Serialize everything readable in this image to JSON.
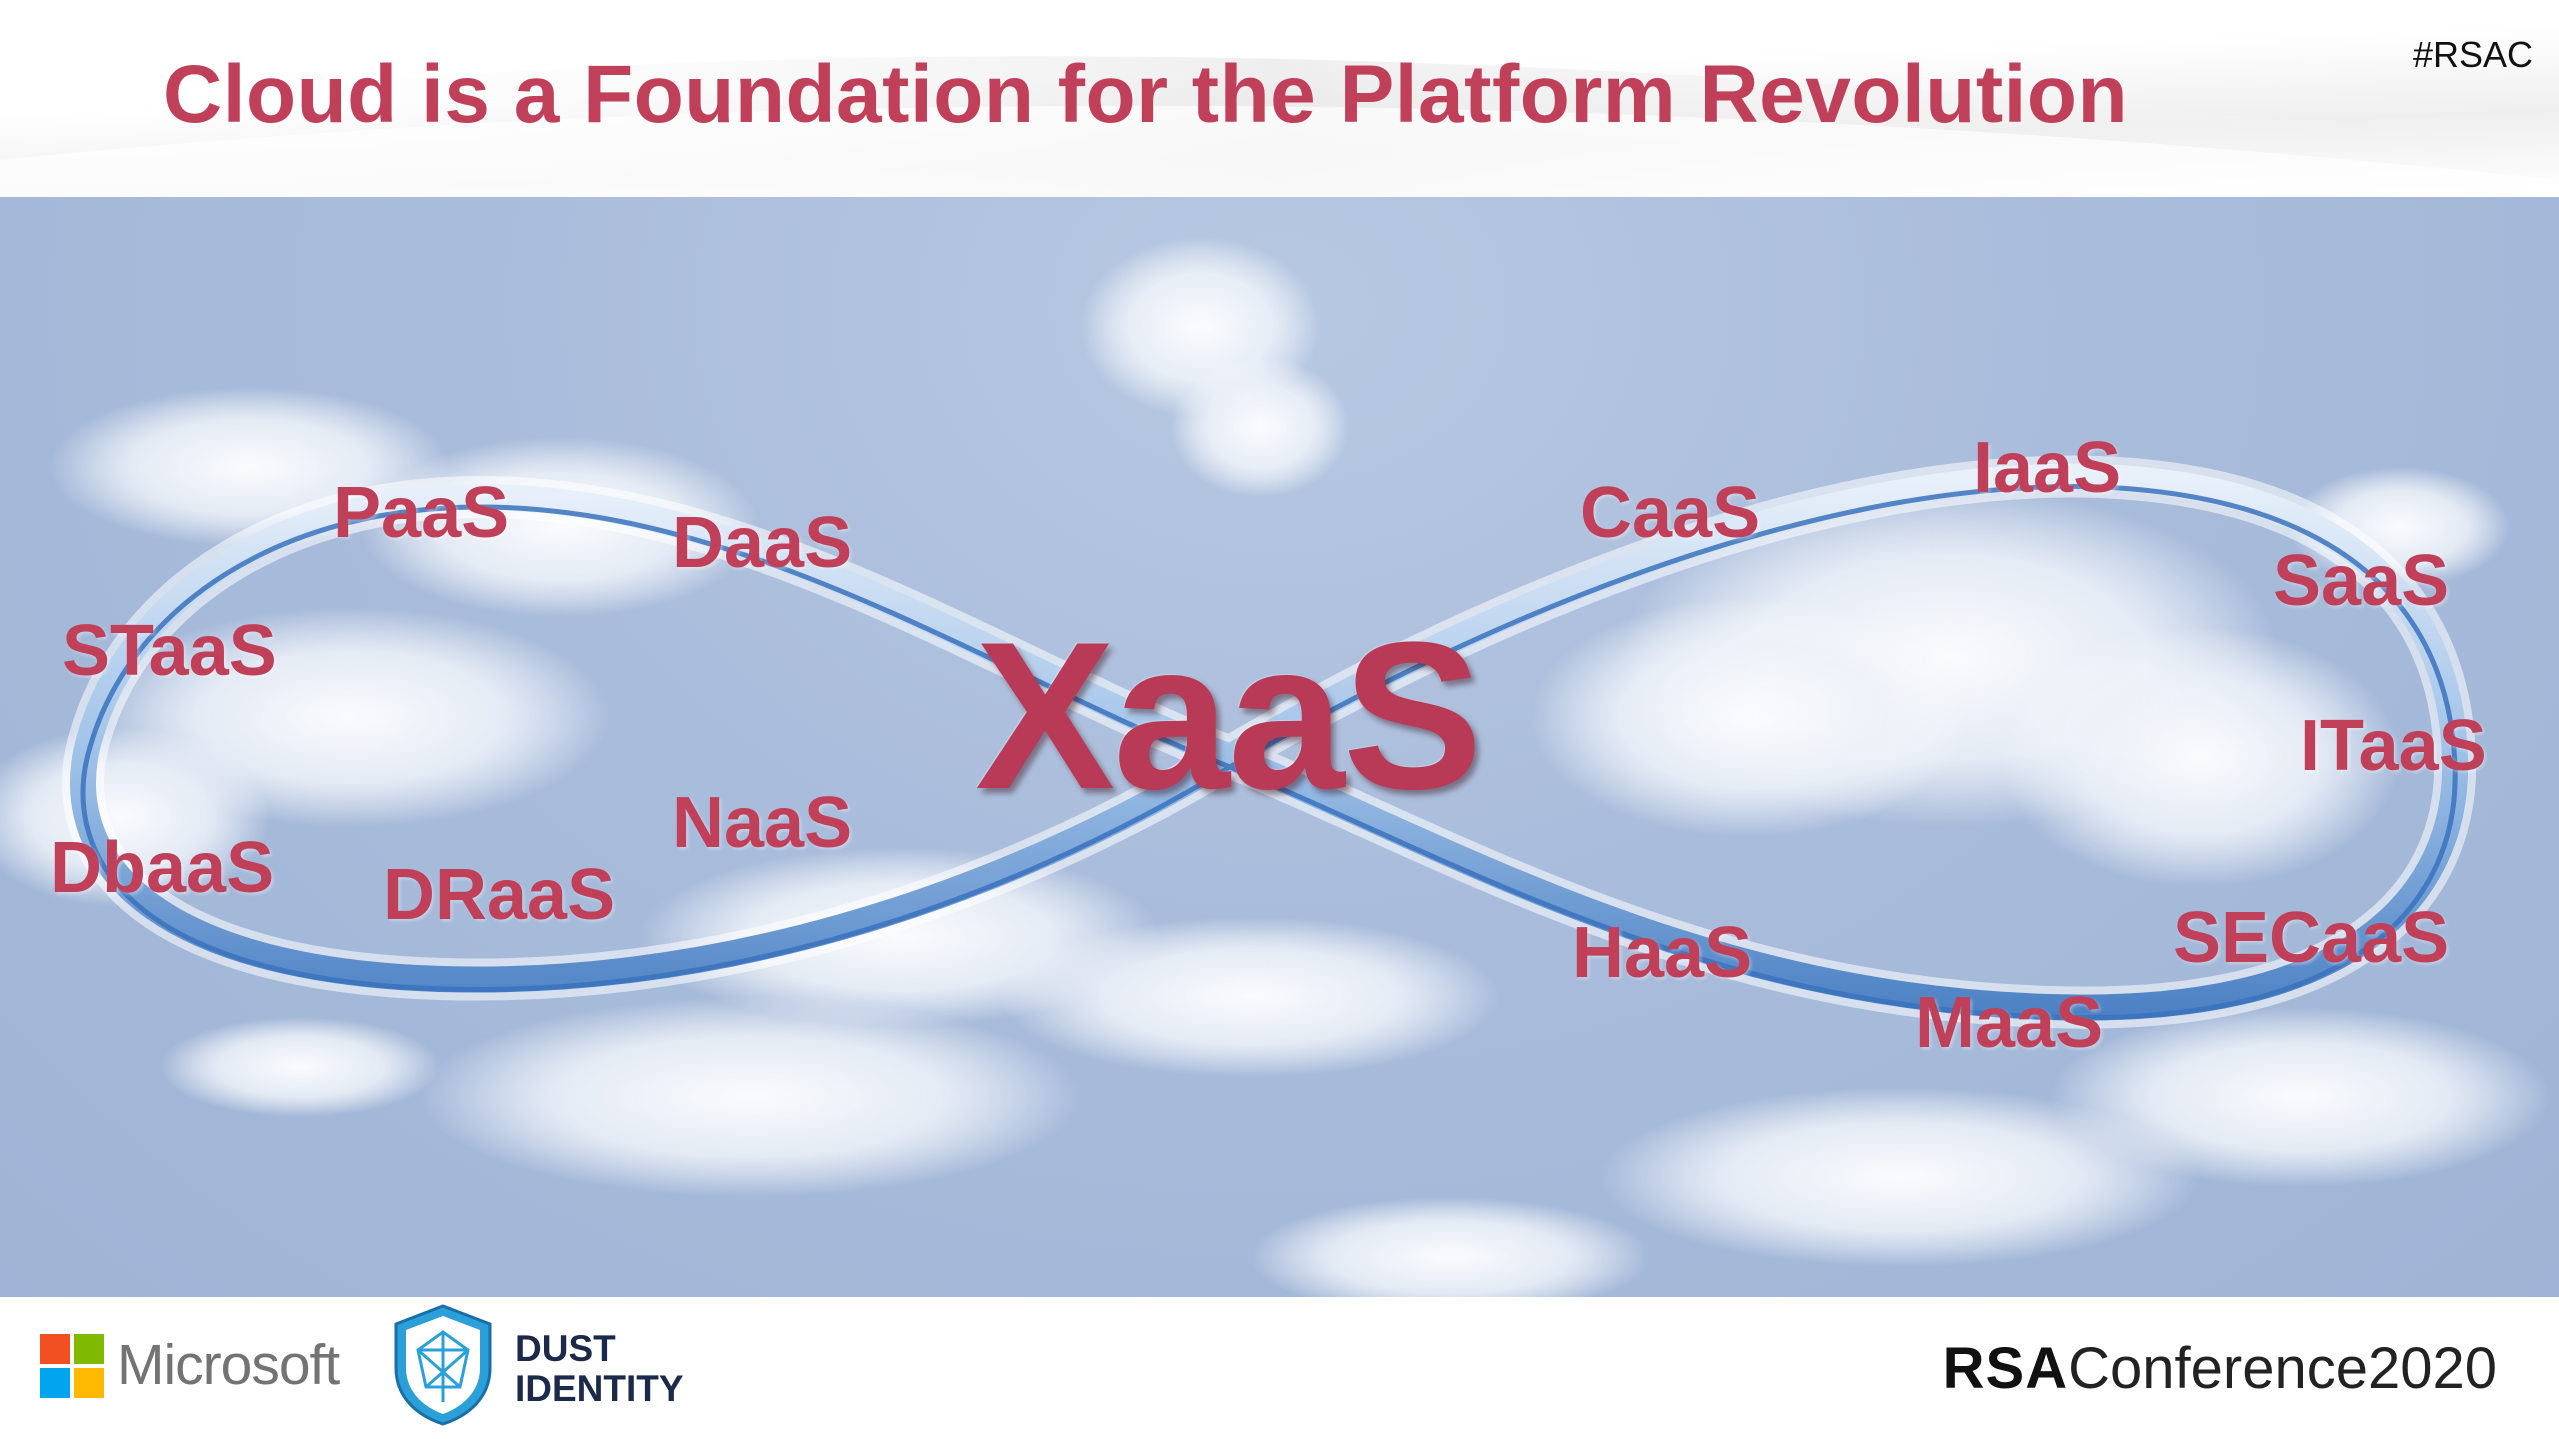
{
  "header": {
    "title": "Cloud is a Foundation for the Platform Revolution",
    "hashtag": "#RSAC"
  },
  "diagram": {
    "center": "XaaS",
    "left_loop": [
      "PaaS",
      "DaaS",
      "STaaS",
      "DbaaS",
      "DRaaS",
      "NaaS"
    ],
    "right_loop": [
      "CaaS",
      "IaaS",
      "SaaS",
      "ITaaS",
      "SECaaS",
      "MaaS",
      "HaaS"
    ]
  },
  "footer": {
    "microsoft": "Microsoft",
    "dust_line1": "DUST",
    "dust_line2": "IDENTITY",
    "rsa_bold": "RSA",
    "rsa_rest": "Conference2020"
  },
  "colors": {
    "accent": "#c0405a",
    "sky": "#a9bcdb",
    "ribbon": "#5a8fcf"
  },
  "icons": [
    "microsoft-logo-icon",
    "dust-identity-shield-icon"
  ]
}
